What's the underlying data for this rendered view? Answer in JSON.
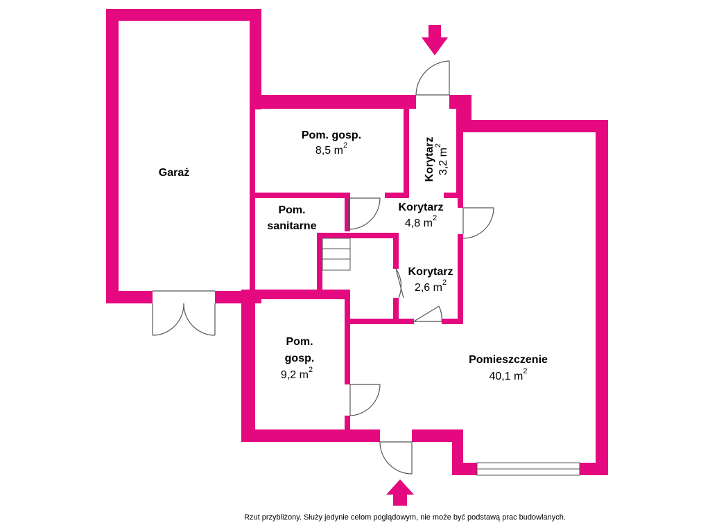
{
  "colors": {
    "wall": "#E5097F",
    "opening": "#ffffff",
    "line": "#555555",
    "text": "#000000"
  },
  "rooms": {
    "garage": {
      "name": "Garaż"
    },
    "storage1": {
      "name": "Pom. gosp.",
      "area": "8,5 m",
      "sup": "2"
    },
    "corridor_v": {
      "name": "Korytarz",
      "area": "3,2 m",
      "sup": "2"
    },
    "corridor_mid": {
      "name": "Korytarz",
      "area": "4,8 m",
      "sup": "2"
    },
    "sanitary": {
      "name1": "Pom.",
      "name2": "sanitarne"
    },
    "corridor_low": {
      "name": "Korytarz",
      "area": "2,6 m",
      "sup": "2"
    },
    "storage2": {
      "name1": "Pom.",
      "name2": "gosp.",
      "area": "9,2 m",
      "sup": "2"
    },
    "main_room": {
      "name": "Pomieszczenie",
      "area": "40,1 m",
      "sup": "2"
    }
  },
  "entrances": {
    "top": "arrow-down-icon",
    "bottom": "arrow-up-icon"
  },
  "disclaimer": "Rzut przybliżony. Służy jedynie celom poglądowym, nie może być podstawą prac budowlanych."
}
